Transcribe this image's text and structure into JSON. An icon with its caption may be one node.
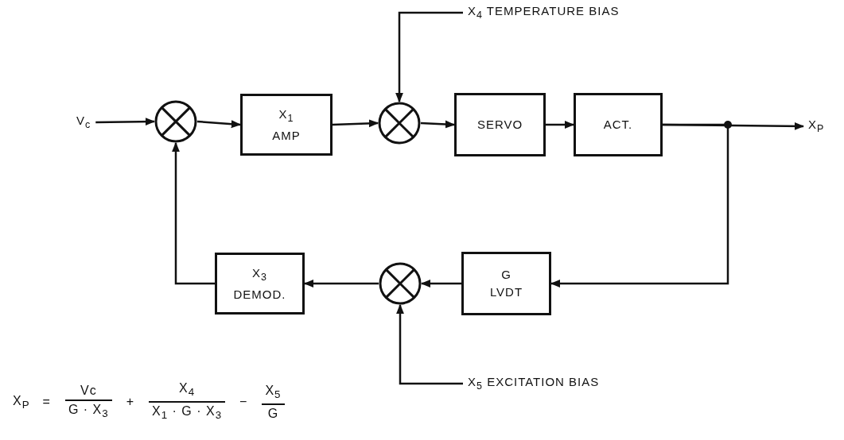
{
  "diagram": {
    "nodes": [
      {
        "text": [
          "V$_{c}$"
        ]
      },
      {
        "text": [],
        "shape": "circle"
      },
      {
        "text": [
          "X$_{1}$",
          "AMP"
        ]
      },
      {
        "text": [
          "X$_{4}$ TEMPERATURE BIAS"
        ]
      },
      {
        "text": [],
        "shape": "circle"
      },
      {
        "text": [
          "SERVO"
        ]
      },
      {
        "text": [
          "ACT."
        ]
      },
      {
        "text": [
          "X$_{P}$"
        ]
      },
      {
        "text": [
          "X$_{3}$",
          "DEMOD."
        ]
      },
      {
        "text": [],
        "shape": "circle"
      },
      {
        "text": [
          "G",
          "LVDT"
        ]
      },
      {
        "text": [
          "X$_{5}$ EXCITATION BIAS"
        ]
      }
    ],
    "edges": [
      {
        "from": 0,
        "to": 1,
        "arrow": "to"
      },
      {
        "from": 1,
        "to": 2,
        "arrow": "to"
      },
      {
        "from": 2,
        "to": 4,
        "arrow": "to"
      },
      {
        "from": 3,
        "to": 4,
        "arrow": "to"
      },
      {
        "from": 4,
        "to": 5,
        "arrow": "to"
      },
      {
        "from": 5,
        "to": 6,
        "arrow": "to"
      },
      {
        "from": 6,
        "to": 7,
        "arrow": "to"
      },
      {
        "from": 6,
        "to": 10,
        "arrow": "to"
      },
      {
        "from": 10,
        "to": 9,
        "arrow": "to"
      },
      {
        "from": 11,
        "to": 9,
        "arrow": "to"
      },
      {
        "from": 9,
        "to": 8,
        "arrow": "to"
      },
      {
        "from": 8,
        "to": 1,
        "arrow": "to"
      }
    ],
    "labels": [
      "X$_{P}$",
      "=",
      "Vc",
      "G · X$_{3}$",
      "+",
      "X$_{4}$",
      "X$_{1}$ · G · X$_{3}$",
      "−",
      "X$_{5}$",
      "G"
    ]
  }
}
